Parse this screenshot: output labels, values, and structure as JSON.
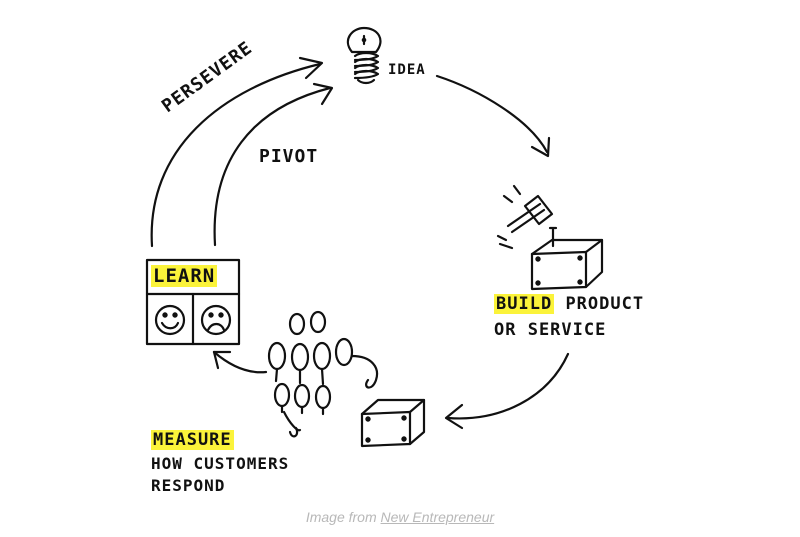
{
  "diagram": {
    "idea_label": "IDEA",
    "build_word": "BUILD",
    "build_rest": "PRODUCT",
    "build_line2": "OR SERVICE",
    "measure_word": "MEASURE",
    "measure_line2": "HOW CUSTOMERS",
    "measure_line3": "RESPOND",
    "learn_label": "LEARN",
    "persevere_label": "PERSEVERE",
    "pivot_label": "PIVOT",
    "highlight_color": "#fbf33a"
  },
  "caption": {
    "prefix": "Image from",
    "link_text": "New Entrepreneur"
  }
}
